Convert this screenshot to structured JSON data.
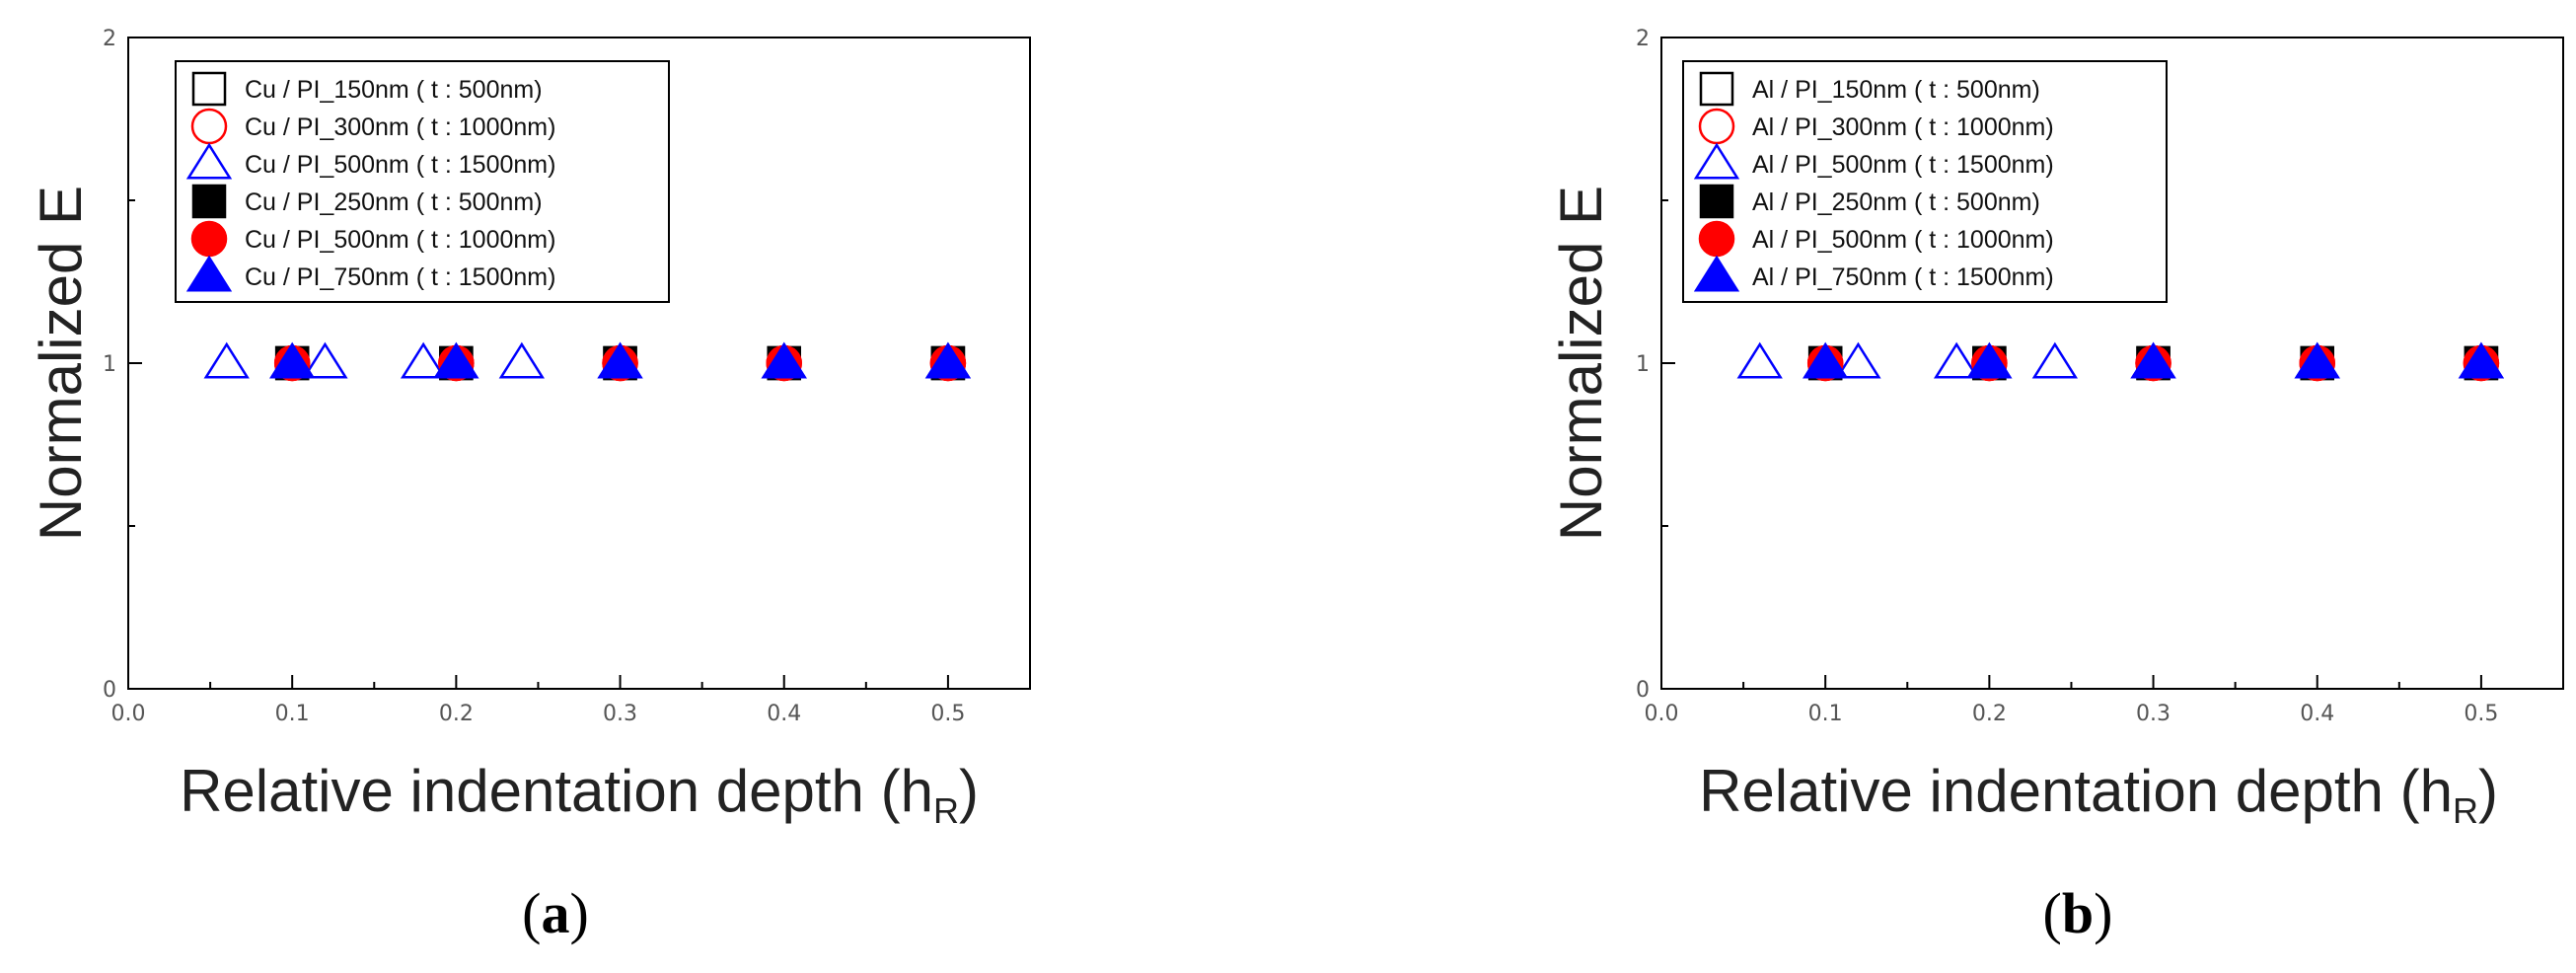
{
  "chart_data": [
    {
      "type": "scatter",
      "caption_letter": "a",
      "xlabel": "Relative indentation depth (h",
      "xlabel_sub": "R",
      "xlabel_close": ")",
      "ylabel": "Normalized E",
      "xlim": [
        0,
        0.55
      ],
      "ylim": [
        0,
        2
      ],
      "x_ticks": [
        "0.0",
        "0.1",
        "0.2",
        "0.3",
        "0.4",
        "0.5"
      ],
      "y_ticks": [
        "0",
        "1",
        "2"
      ],
      "grid": false,
      "legend_position": "top-left",
      "series": [
        {
          "name": "Cu / PI_150nm ( t : 500nm)",
          "marker": "square",
          "filled": false,
          "color": "#000000",
          "points": [
            [
              0.1,
              1
            ],
            [
              0.2,
              1
            ],
            [
              0.3,
              1
            ],
            [
              0.4,
              1
            ],
            [
              0.5,
              1
            ]
          ]
        },
        {
          "name": "Cu / PI_300nm ( t : 1000nm)",
          "marker": "circle",
          "filled": false,
          "color": "#ff0000",
          "points": [
            [
              0.1,
              1
            ],
            [
              0.2,
              1
            ],
            [
              0.3,
              1
            ],
            [
              0.4,
              1
            ],
            [
              0.5,
              1
            ]
          ]
        },
        {
          "name": "Cu / PI_500nm ( t : 1500nm)",
          "marker": "triangle",
          "filled": false,
          "color": "#0000ff",
          "points": [
            [
              0.06,
              1
            ],
            [
              0.12,
              1
            ],
            [
              0.18,
              1
            ],
            [
              0.24,
              1
            ],
            [
              0.3,
              1
            ],
            [
              0.4,
              1
            ],
            [
              0.5,
              1
            ]
          ]
        },
        {
          "name": "Cu / PI_250nm ( t : 500nm)",
          "marker": "square",
          "filled": true,
          "color": "#000000",
          "points": [
            [
              0.1,
              1
            ],
            [
              0.2,
              1
            ],
            [
              0.3,
              1
            ],
            [
              0.4,
              1
            ],
            [
              0.5,
              1
            ]
          ]
        },
        {
          "name": "Cu / PI_500nm ( t : 1000nm)",
          "marker": "circle",
          "filled": true,
          "color": "#ff0000",
          "points": [
            [
              0.1,
              1
            ],
            [
              0.2,
              1
            ],
            [
              0.3,
              1
            ],
            [
              0.4,
              1
            ],
            [
              0.5,
              1
            ]
          ]
        },
        {
          "name": "Cu / PI_750nm ( t : 1500nm)",
          "marker": "triangle",
          "filled": true,
          "color": "#0000ff",
          "points": [
            [
              0.1,
              1
            ],
            [
              0.2,
              1
            ],
            [
              0.3,
              1
            ],
            [
              0.4,
              1
            ],
            [
              0.5,
              1
            ]
          ]
        }
      ]
    },
    {
      "type": "scatter",
      "caption_letter": "b",
      "xlabel": "Relative indentation depth (h",
      "xlabel_sub": "R",
      "xlabel_close": ")",
      "ylabel": "Normalized E",
      "xlim": [
        0,
        0.55
      ],
      "ylim": [
        0,
        2
      ],
      "x_ticks": [
        "0.0",
        "0.1",
        "0.2",
        "0.3",
        "0.4",
        "0.5"
      ],
      "y_ticks": [
        "0",
        "1",
        "2"
      ],
      "grid": false,
      "legend_position": "top-left",
      "series": [
        {
          "name": "Al / PI_150nm ( t : 500nm)",
          "marker": "square",
          "filled": false,
          "color": "#000000",
          "points": [
            [
              0.1,
              1
            ],
            [
              0.2,
              1
            ],
            [
              0.3,
              1
            ],
            [
              0.4,
              1
            ],
            [
              0.5,
              1
            ]
          ]
        },
        {
          "name": "Al / PI_300nm ( t : 1000nm)",
          "marker": "circle",
          "filled": false,
          "color": "#ff0000",
          "points": [
            [
              0.1,
              1
            ],
            [
              0.2,
              1
            ],
            [
              0.3,
              1
            ],
            [
              0.4,
              1
            ],
            [
              0.5,
              1
            ]
          ]
        },
        {
          "name": "Al / PI_500nm ( t : 1500nm)",
          "marker": "triangle",
          "filled": false,
          "color": "#0000ff",
          "points": [
            [
              0.06,
              1
            ],
            [
              0.12,
              1
            ],
            [
              0.18,
              1
            ],
            [
              0.24,
              1
            ],
            [
              0.3,
              1
            ],
            [
              0.4,
              1
            ],
            [
              0.5,
              1
            ]
          ]
        },
        {
          "name": "Al / PI_250nm ( t : 500nm)",
          "marker": "square",
          "filled": true,
          "color": "#000000",
          "points": [
            [
              0.1,
              1
            ],
            [
              0.2,
              1
            ],
            [
              0.3,
              1
            ],
            [
              0.4,
              1
            ],
            [
              0.5,
              1
            ]
          ]
        },
        {
          "name": "Al / PI_500nm ( t : 1000nm)",
          "marker": "circle",
          "filled": true,
          "color": "#ff0000",
          "points": [
            [
              0.1,
              1
            ],
            [
              0.2,
              1
            ],
            [
              0.3,
              1
            ],
            [
              0.4,
              1
            ],
            [
              0.5,
              1
            ]
          ]
        },
        {
          "name": "Al / PI_750nm ( t : 1500nm)",
          "marker": "triangle",
          "filled": true,
          "color": "#0000ff",
          "points": [
            [
              0.1,
              1
            ],
            [
              0.2,
              1
            ],
            [
              0.3,
              1
            ],
            [
              0.4,
              1
            ],
            [
              0.5,
              1
            ]
          ]
        }
      ]
    }
  ]
}
